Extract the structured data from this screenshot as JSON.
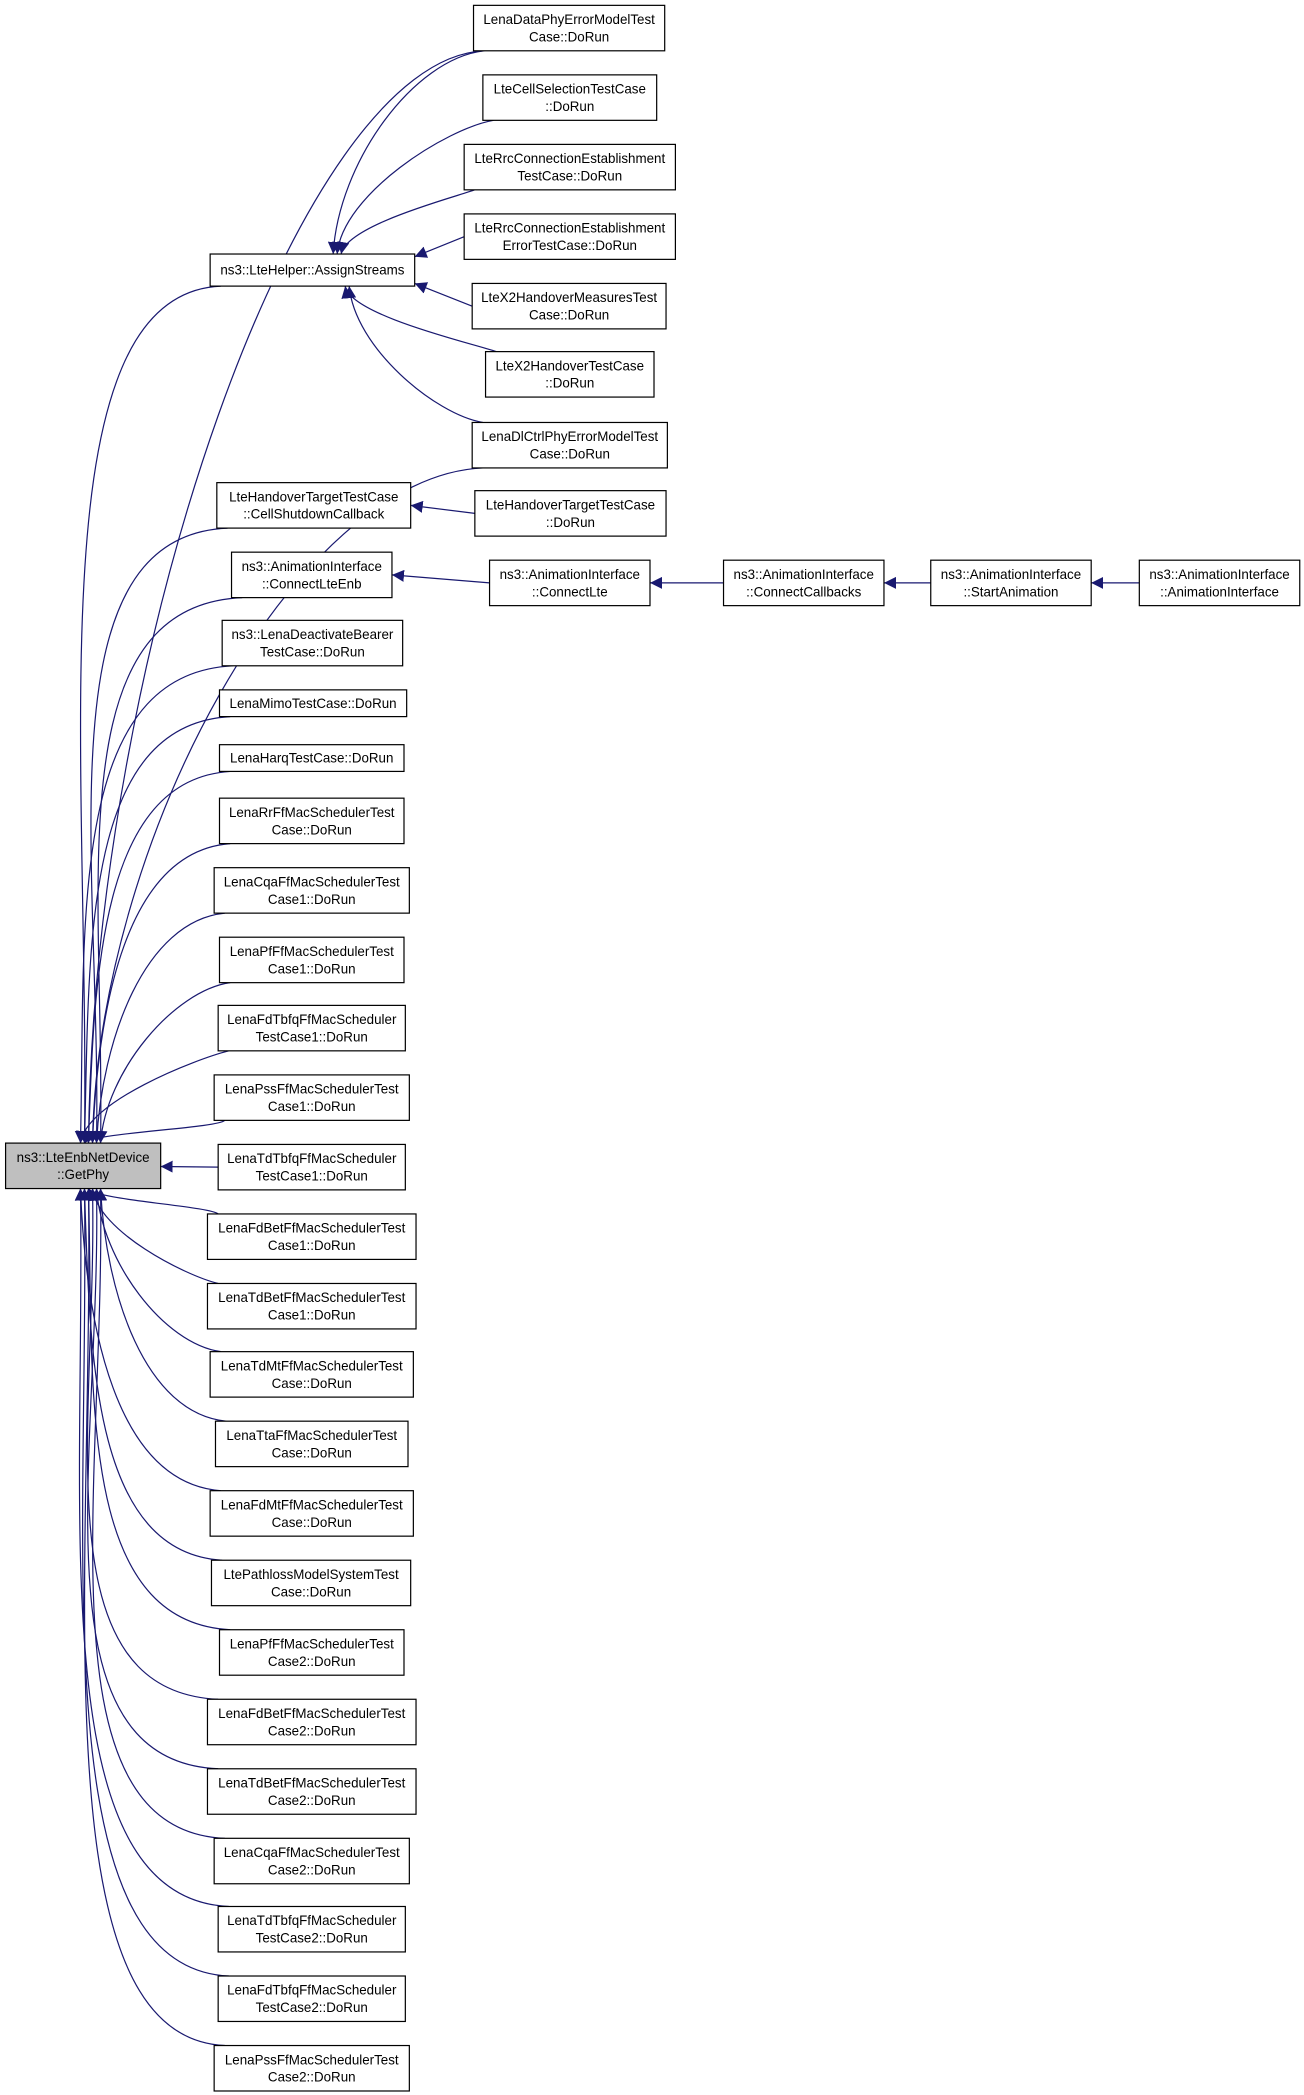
{
  "colors": {
    "edge": "#191970",
    "root_fill": "#bfbfbf",
    "node_fill": "#ffffff"
  },
  "nodes": [
    {
      "id": "getphy",
      "lines": [
        "ns3::LteEnbNetDevice",
        "::GetPhy"
      ],
      "root": true
    },
    {
      "id": "assign",
      "lines": [
        "ns3::LteHelper::AssignStreams"
      ]
    },
    {
      "id": "dataphy",
      "lines": [
        "LenaDataPhyErrorModelTest",
        "Case::DoRun"
      ]
    },
    {
      "id": "cellsel",
      "lines": [
        "LteCellSelectionTestCase",
        "::DoRun"
      ]
    },
    {
      "id": "rrc",
      "lines": [
        "LteRrcConnectionEstablishment",
        "TestCase::DoRun"
      ]
    },
    {
      "id": "rrcerr",
      "lines": [
        "LteRrcConnectionEstablishment",
        "ErrorTestCase::DoRun"
      ]
    },
    {
      "id": "x2meas",
      "lines": [
        "LteX2HandoverMeasuresTest",
        "Case::DoRun"
      ]
    },
    {
      "id": "x2ho",
      "lines": [
        "LteX2HandoverTestCase",
        "::DoRun"
      ]
    },
    {
      "id": "dlctrl",
      "lines": [
        "LenaDlCtrlPhyErrorModelTest",
        "Case::DoRun"
      ]
    },
    {
      "id": "cellshut",
      "lines": [
        "LteHandoverTargetTestCase",
        "::CellShutdownCallback"
      ]
    },
    {
      "id": "hotarget",
      "lines": [
        "LteHandoverTargetTestCase",
        "::DoRun"
      ]
    },
    {
      "id": "connenb",
      "lines": [
        "ns3::AnimationInterface",
        "::ConnectLteEnb"
      ]
    },
    {
      "id": "connlte",
      "lines": [
        "ns3::AnimationInterface",
        "::ConnectLte"
      ]
    },
    {
      "id": "conncb",
      "lines": [
        "ns3::AnimationInterface",
        "::ConnectCallbacks"
      ]
    },
    {
      "id": "startanim",
      "lines": [
        "ns3::AnimationInterface",
        "::StartAnimation"
      ]
    },
    {
      "id": "animif",
      "lines": [
        "ns3::AnimationInterface",
        "::AnimationInterface"
      ]
    },
    {
      "id": "deact",
      "lines": [
        "ns3::LenaDeactivateBearer",
        "TestCase::DoRun"
      ]
    },
    {
      "id": "mimo",
      "lines": [
        "LenaMimoTestCase::DoRun"
      ]
    },
    {
      "id": "harq",
      "lines": [
        "LenaHarqTestCase::DoRun"
      ]
    },
    {
      "id": "rr",
      "lines": [
        "LenaRrFfMacSchedulerTest",
        "Case::DoRun"
      ]
    },
    {
      "id": "cqa1",
      "lines": [
        "LenaCqaFfMacSchedulerTest",
        "Case1::DoRun"
      ]
    },
    {
      "id": "pf1",
      "lines": [
        "LenaPfFfMacSchedulerTest",
        "Case1::DoRun"
      ]
    },
    {
      "id": "fdtbfq1",
      "lines": [
        "LenaFdTbfqFfMacScheduler",
        "TestCase1::DoRun"
      ]
    },
    {
      "id": "pss1",
      "lines": [
        "LenaPssFfMacSchedulerTest",
        "Case1::DoRun"
      ]
    },
    {
      "id": "tdtbfq1",
      "lines": [
        "LenaTdTbfqFfMacScheduler",
        "TestCase1::DoRun"
      ]
    },
    {
      "id": "fdbet1",
      "lines": [
        "LenaFdBetFfMacSchedulerTest",
        "Case1::DoRun"
      ]
    },
    {
      "id": "tdbet1",
      "lines": [
        "LenaTdBetFfMacSchedulerTest",
        "Case1::DoRun"
      ]
    },
    {
      "id": "tdmt",
      "lines": [
        "LenaTdMtFfMacSchedulerTest",
        "Case::DoRun"
      ]
    },
    {
      "id": "tta",
      "lines": [
        "LenaTtaFfMacSchedulerTest",
        "Case::DoRun"
      ]
    },
    {
      "id": "fdmt",
      "lines": [
        "LenaFdMtFfMacSchedulerTest",
        "Case::DoRun"
      ]
    },
    {
      "id": "pathloss",
      "lines": [
        "LtePathlossModelSystemTest",
        "Case::DoRun"
      ]
    },
    {
      "id": "pf2",
      "lines": [
        "LenaPfFfMacSchedulerTest",
        "Case2::DoRun"
      ]
    },
    {
      "id": "fdbet2",
      "lines": [
        "LenaFdBetFfMacSchedulerTest",
        "Case2::DoRun"
      ]
    },
    {
      "id": "tdbet2",
      "lines": [
        "LenaTdBetFfMacSchedulerTest",
        "Case2::DoRun"
      ]
    },
    {
      "id": "cqa2",
      "lines": [
        "LenaCqaFfMacSchedulerTest",
        "Case2::DoRun"
      ]
    },
    {
      "id": "tdtbfq2",
      "lines": [
        "LenaTdTbfqFfMacScheduler",
        "TestCase2::DoRun"
      ]
    },
    {
      "id": "fdtbfq2",
      "lines": [
        "LenaFdTbfqFfMacScheduler",
        "TestCase2::DoRun"
      ]
    },
    {
      "id": "pss2",
      "lines": [
        "LenaPssFfMacSchedulerTest",
        "Case2::DoRun"
      ]
    }
  ],
  "edges": [
    [
      "assign",
      "getphy"
    ],
    [
      "dataphy",
      "getphy"
    ],
    [
      "dlctrl",
      "getphy"
    ],
    [
      "cellshut",
      "getphy"
    ],
    [
      "connenb",
      "getphy"
    ],
    [
      "deact",
      "getphy"
    ],
    [
      "mimo",
      "getphy"
    ],
    [
      "harq",
      "getphy"
    ],
    [
      "rr",
      "getphy"
    ],
    [
      "cqa1",
      "getphy"
    ],
    [
      "pf1",
      "getphy"
    ],
    [
      "fdtbfq1",
      "getphy"
    ],
    [
      "pss1",
      "getphy"
    ],
    [
      "tdtbfq1",
      "getphy"
    ],
    [
      "fdbet1",
      "getphy"
    ],
    [
      "tdbet1",
      "getphy"
    ],
    [
      "tdmt",
      "getphy"
    ],
    [
      "tta",
      "getphy"
    ],
    [
      "fdmt",
      "getphy"
    ],
    [
      "pathloss",
      "getphy"
    ],
    [
      "pf2",
      "getphy"
    ],
    [
      "fdbet2",
      "getphy"
    ],
    [
      "tdbet2",
      "getphy"
    ],
    [
      "cqa2",
      "getphy"
    ],
    [
      "tdtbfq2",
      "getphy"
    ],
    [
      "fdtbfq2",
      "getphy"
    ],
    [
      "pss2",
      "getphy"
    ],
    [
      "dataphy",
      "assign"
    ],
    [
      "cellsel",
      "assign"
    ],
    [
      "rrc",
      "assign"
    ],
    [
      "rrcerr",
      "assign"
    ],
    [
      "x2meas",
      "assign"
    ],
    [
      "x2ho",
      "assign"
    ],
    [
      "dlctrl",
      "assign"
    ],
    [
      "hotarget",
      "cellshut"
    ],
    [
      "connlte",
      "connenb"
    ],
    [
      "conncb",
      "connlte"
    ],
    [
      "startanim",
      "conncb"
    ],
    [
      "animif",
      "startanim"
    ]
  ]
}
